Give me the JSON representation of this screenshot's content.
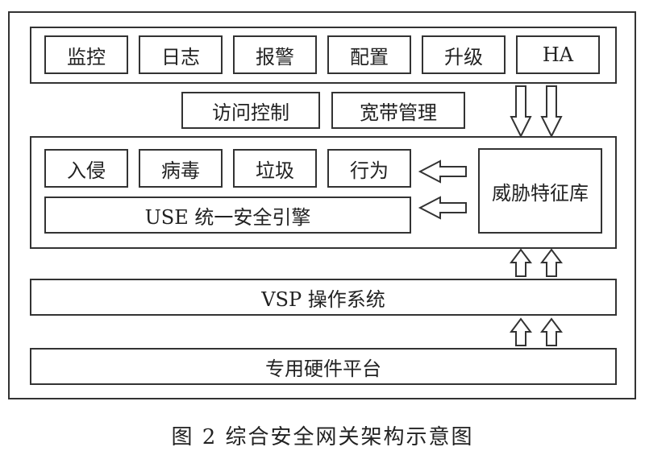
{
  "top_modules": [
    "监控",
    "日志",
    "报警",
    "配置",
    "升级",
    "HA"
  ],
  "middle_modules": [
    "访问控制",
    "宽带管理"
  ],
  "detect_modules": [
    "入侵",
    "病毒",
    "垃圾",
    "行为"
  ],
  "engine": "USE 统一安全引擎",
  "threat_db": "威胁特征库",
  "os": "VSP 操作系统",
  "hardware": "专用硬件平台",
  "caption": "图 2   综合安全网关架构示意图"
}
